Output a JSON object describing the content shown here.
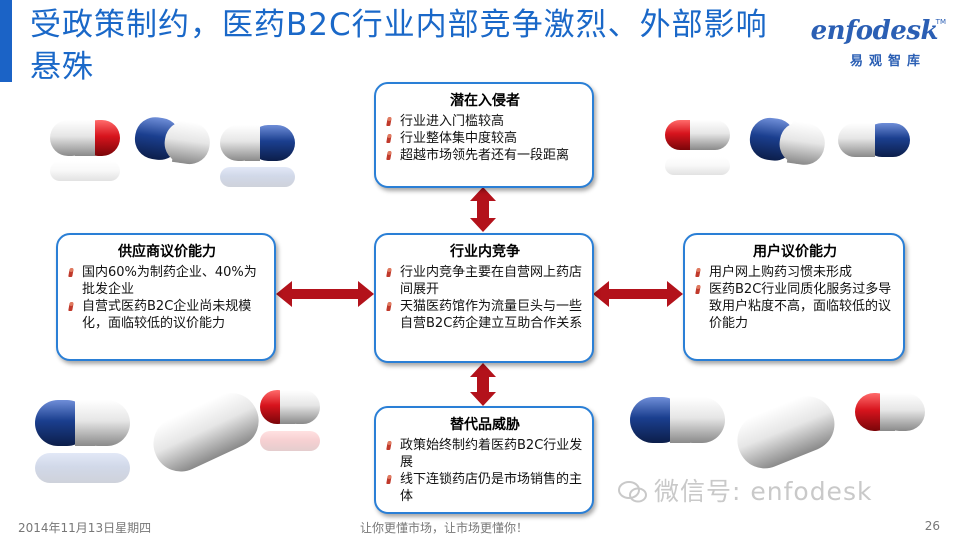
{
  "title": "受政策制约，医药B2C行业内部竞争激烈、外部影响悬殊",
  "logo": {
    "name": "enfodesk",
    "sub": "易观智库",
    "tm": "TM"
  },
  "boxes": {
    "top": {
      "title": "潜在入侵者",
      "items": [
        "行业进入门槛较高",
        "行业整体集中度较高",
        "超越市场领先者还有一段距离"
      ]
    },
    "left": {
      "title": "供应商议价能力",
      "items": [
        "国内60%为制药企业、40%为批发企业",
        "自营式医药B2C企业尚未规模化，面临较低的议价能力"
      ]
    },
    "center": {
      "title": "行业内竞争",
      "items": [
        "行业内竞争主要在自营网上药店间展开",
        "天猫医药馆作为流量巨头与一些自营B2C药企建立互助合作关系"
      ]
    },
    "right": {
      "title": "用户议价能力",
      "items": [
        "用户网上购药习惯未形成",
        "医药B2C行业同质化服务过多导致用户粘度不高，面临较低的议价能力"
      ]
    },
    "bottom": {
      "title": "替代品威胁",
      "items": [
        "政策始终制约着医药B2C行业发展",
        "线下连锁药店仍是市场销售的主体"
      ]
    }
  },
  "footer": {
    "date": "2014年11月13日星期四",
    "slogan": "让你更懂市场，让市场更懂你！",
    "page": "26"
  },
  "watermark": "微信号: enfodesk",
  "colors": {
    "title": "#1a68c8",
    "box_border": "#2a7fd6",
    "arrow": "#b3121b",
    "pill_red": "#d7141d",
    "pill_blue": "#1b3f8f"
  }
}
